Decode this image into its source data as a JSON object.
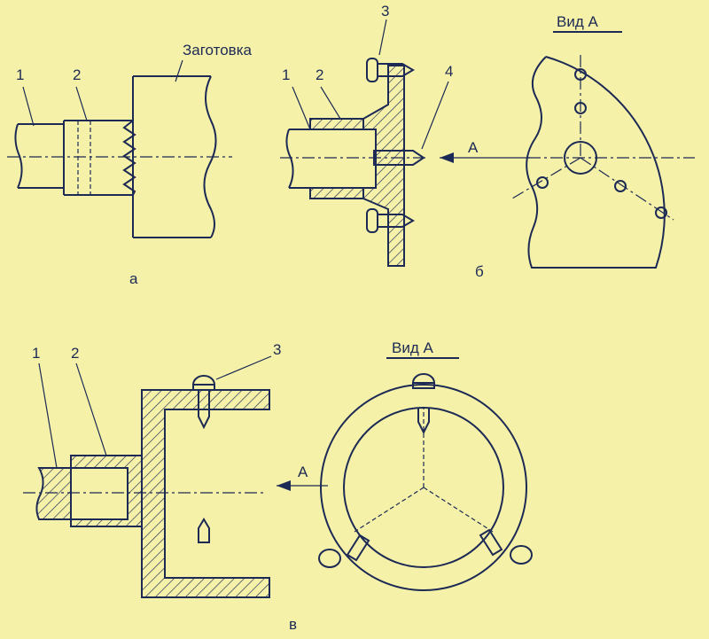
{
  "colors": {
    "background": "#f6f1a8",
    "ink": "#1c2a55"
  },
  "fig_a": {
    "caption": "а",
    "labels": {
      "shaft": "1",
      "collet": "2",
      "workpiece": "Заготовка"
    }
  },
  "fig_b": {
    "caption": "б",
    "labels": {
      "shaft": "1",
      "body": "2",
      "screw": "3",
      "center": "4",
      "arrow": "А"
    },
    "view_title": "Вид А"
  },
  "fig_v": {
    "caption": "в",
    "labels": {
      "shaft": "1",
      "body": "2",
      "screw": "3",
      "arrow": "А"
    },
    "view_title": "Вид А"
  }
}
